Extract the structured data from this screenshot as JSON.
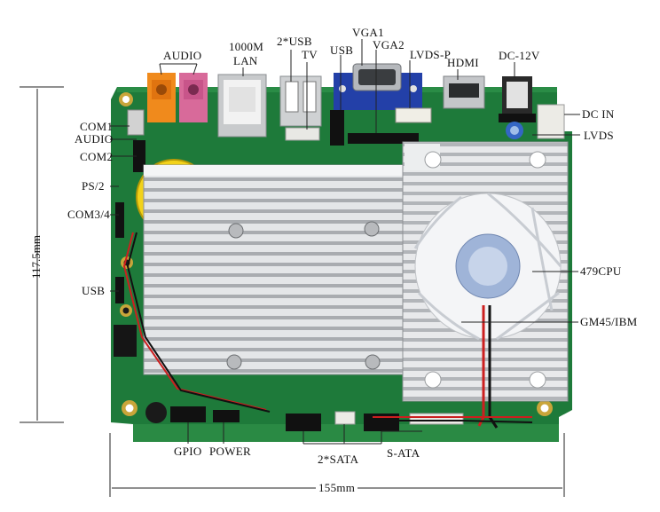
{
  "labels": {
    "audio_top": "AUDIO",
    "lan_1000m": "1000M",
    "lan": "LAN",
    "usb_2x": "2*USB",
    "tv": "TV",
    "usb_top": "USB",
    "vga1": "VGA1",
    "vga2": "VGA2",
    "lvds_p": "LVDS-P",
    "hdmi": "HDMI",
    "dc_12v": "DC-12V",
    "dc_in": "DC IN",
    "lvds": "LVDS",
    "com1": "COM1",
    "audio_left": "AUDIO",
    "com2": "COM2",
    "ps2": "PS/2",
    "com34": "COM3/4",
    "usb_left": "USB",
    "cpu": "479CPU",
    "chipset": "GM45/IBM",
    "gpio": "GPIO",
    "power": "POWER",
    "sata_2x": "2*SATA",
    "s_ata": "S-ATA",
    "height_dim": "117.5mm",
    "width_dim": "155mm"
  },
  "colors": {
    "pcb": "#1e7a3a",
    "pcb_dark": "#125a28",
    "heatsink": "#d9dadc",
    "fin_shadow": "#9fa2a6",
    "vga_blue": "#2340a8",
    "audio_orange": "#f08a1c",
    "audio_pink": "#d86a9a",
    "battery_yellow": "#f2d21a",
    "fan_white": "#f4f5f7",
    "fan_hub": "#9fb4d8"
  }
}
